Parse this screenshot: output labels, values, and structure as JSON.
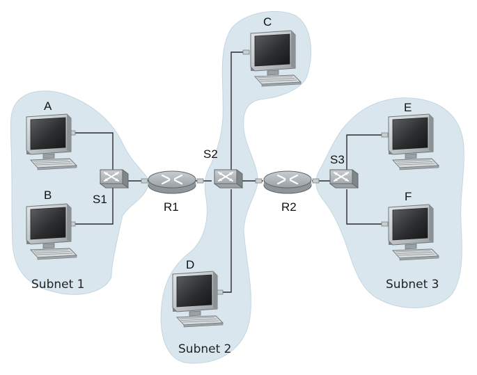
{
  "hosts": {
    "a": {
      "label": "A"
    },
    "b": {
      "label": "B"
    },
    "c": {
      "label": "C"
    },
    "d": {
      "label": "D"
    },
    "e": {
      "label": "E"
    },
    "f": {
      "label": "F"
    }
  },
  "switches": {
    "s1": {
      "label": "S1"
    },
    "s2": {
      "label": "S2"
    },
    "s3": {
      "label": "S3"
    }
  },
  "routers": {
    "r1": {
      "label": "R1"
    },
    "r2": {
      "label": "R2"
    }
  },
  "subnets": {
    "one": {
      "label": "Subnet 1"
    },
    "two": {
      "label": "Subnet 2"
    },
    "three": {
      "label": "Subnet 3"
    }
  },
  "colors": {
    "subnet_fill": "#d9e6ee",
    "device_gray": "#a9afb3",
    "screen_dark": "#2b2d2f"
  }
}
